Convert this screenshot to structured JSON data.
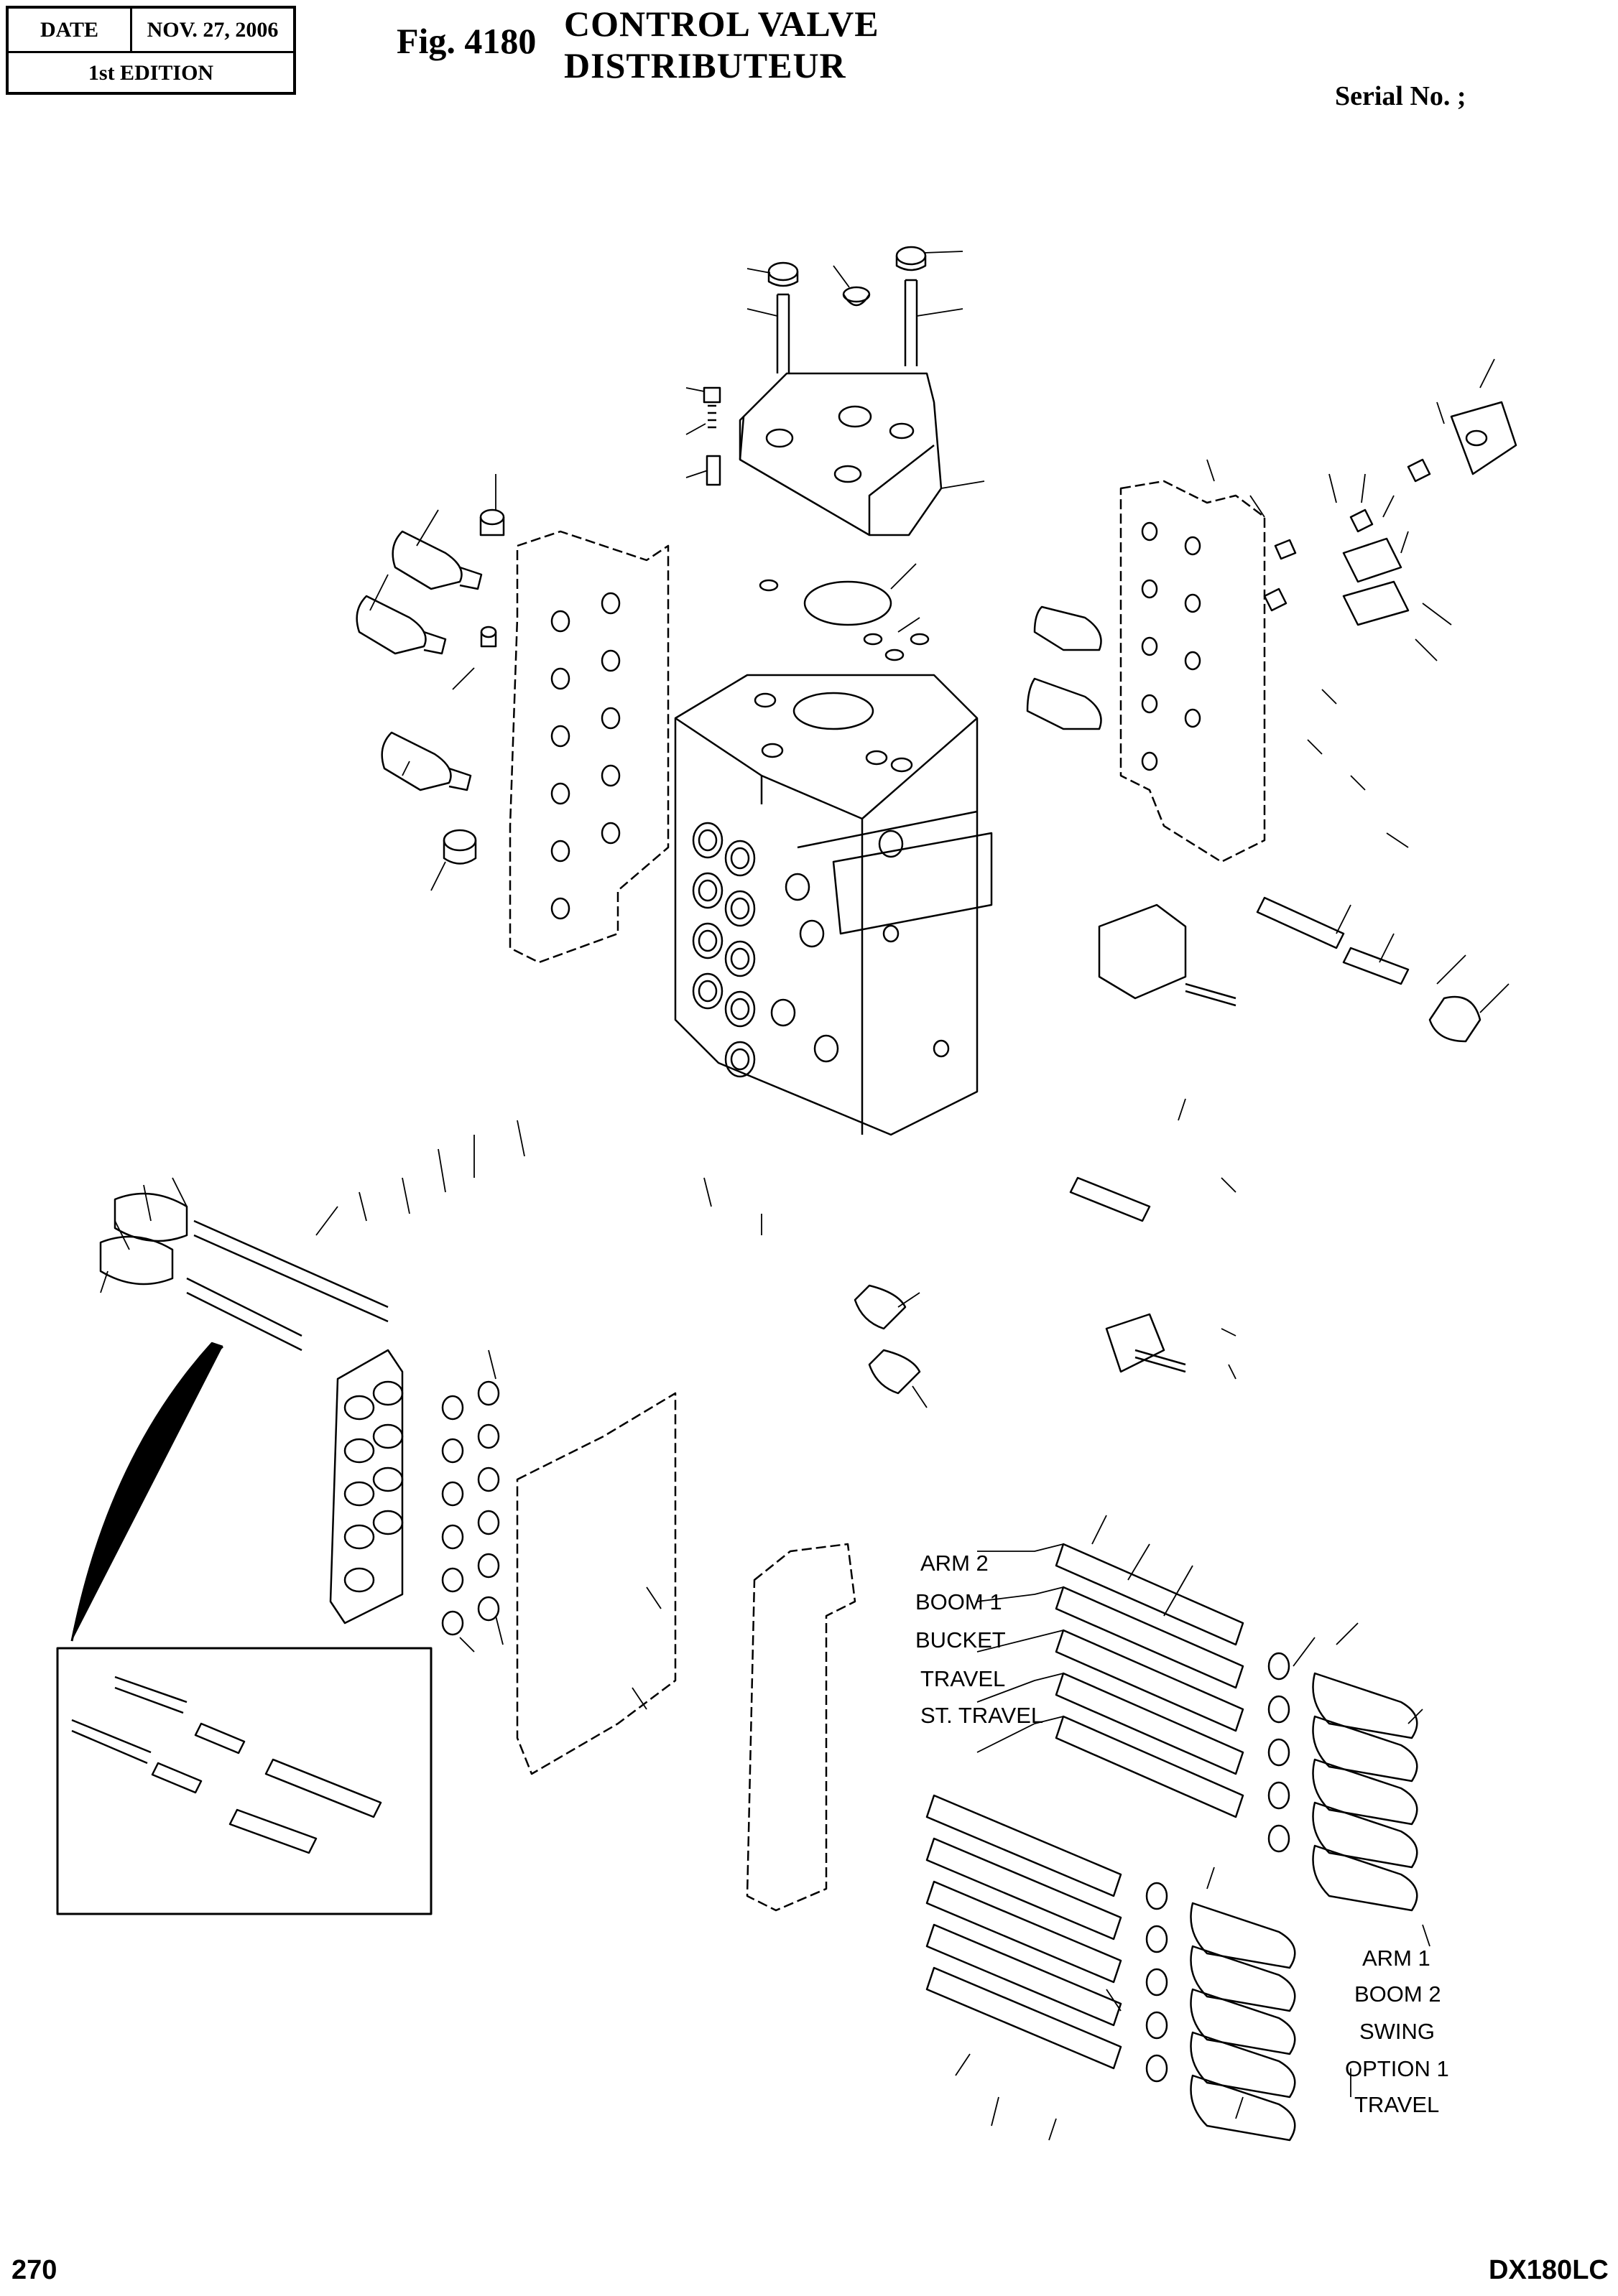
{
  "header": {
    "date_label": "DATE",
    "date_value": "NOV. 27, 2006",
    "edition": "1st EDITION"
  },
  "title": {
    "fig_number": "Fig. 4180",
    "line1": "CONTROL  VALVE",
    "line2": "DISTRIBUTEUR"
  },
  "serial_label": "Serial No. ;",
  "spool_labels_upper": [
    "ARM 2",
    "BOOM 1",
    "BUCKET",
    "TRAVEL",
    "ST. TRAVEL"
  ],
  "spool_labels_lower": [
    "ARM 1",
    "BOOM 2",
    "SWING",
    "OPTION 1",
    "TRAVEL"
  ],
  "footer": {
    "page_number": "270",
    "model": "DX180LC"
  }
}
